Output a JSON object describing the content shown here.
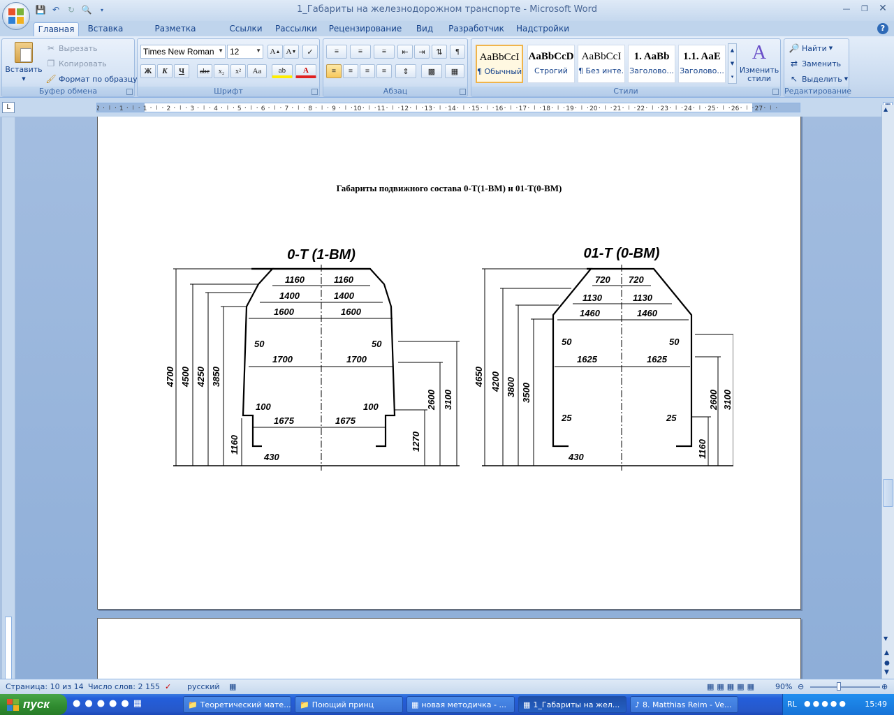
{
  "window": {
    "title": "1_Габариты на железнодорожном транспорте - Microsoft Word"
  },
  "tabs": [
    "Главная",
    "Вставка",
    "Разметка страницы",
    "Ссылки",
    "Рассылки",
    "Рецензирование",
    "Вид",
    "Разработчик",
    "Надстройки"
  ],
  "ribbon": {
    "clipboard": {
      "label": "Буфер обмена",
      "paste": "Вставить",
      "cut": "Вырезать",
      "copy": "Копировать",
      "format_painter": "Формат по образцу"
    },
    "font": {
      "label": "Шрифт",
      "name": "Times New Roman",
      "size": "12"
    },
    "paragraph": {
      "label": "Абзац"
    },
    "styles": {
      "label": "Стили",
      "items": [
        {
          "sample": "AaBbCcI",
          "name": "¶ Обычный"
        },
        {
          "sample": "AaBbCcD",
          "name": "Строгий"
        },
        {
          "sample": "AaBbCcI",
          "name": "¶ Без инте..."
        },
        {
          "sample": "1. AaBb",
          "name": "Заголово..."
        },
        {
          "sample": "1.1. AaE",
          "name": "Заголово..."
        }
      ],
      "change": "Изменить стили"
    },
    "editing": {
      "label": "Редактирование",
      "find": "Найти",
      "replace": "Заменить",
      "select": "Выделить"
    }
  },
  "ruler": {
    "marks": [
      "2",
      "1",
      "1",
      "2",
      "3",
      "4",
      "5",
      "6",
      "7",
      "8",
      "9",
      "10",
      "11",
      "12",
      "13",
      "14",
      "15",
      "16",
      "17",
      "18",
      "19",
      "20",
      "21",
      "22",
      "23",
      "24",
      "25",
      "26",
      "27"
    ]
  },
  "document": {
    "heading": "Габариты подвижного состава 0-Т(1-ВМ) и 01-Т(0-ВМ)",
    "diagram_left": {
      "title": "0-Т (1-ВМ)",
      "heights": [
        "4700",
        "4500",
        "4250",
        "3850",
        "1160"
      ],
      "widths": [
        "1160",
        "1160",
        "1400",
        "1400",
        "1600",
        "1600",
        "1700",
        "1700",
        "1675",
        "1675"
      ],
      "small": [
        "50",
        "50",
        "100",
        "100",
        "430"
      ],
      "right_heights": [
        "2600",
        "3100",
        "1270"
      ]
    },
    "diagram_right": {
      "title": "01-Т (0-ВМ)",
      "heights": [
        "4650",
        "4200",
        "3800",
        "3500"
      ],
      "widths": [
        "720",
        "720",
        "1130",
        "1130",
        "1460",
        "1460",
        "1625",
        "1625"
      ],
      "small": [
        "50",
        "50",
        "25",
        "25",
        "430"
      ],
      "right_heights": [
        "2600",
        "3100",
        "1160"
      ]
    }
  },
  "status": {
    "page": "Страница: 10 из 14",
    "words": "Число слов: 2 155",
    "lang": "русский",
    "zoom": "90%"
  },
  "taskbar": {
    "start": "пуск",
    "tasks": [
      "Теоретический мате...",
      "Поющий принц",
      "новая методичка - ...",
      "1_Габариты на жел...",
      "8. Matthias Reim - Ve..."
    ],
    "lang": "RL",
    "time": "15:49"
  }
}
